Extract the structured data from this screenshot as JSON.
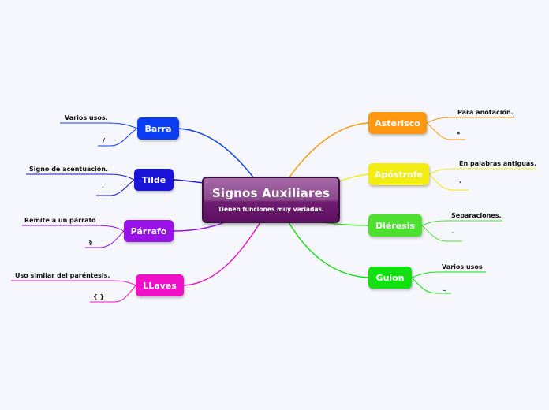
{
  "central": {
    "title": "Signos Auxiliares",
    "subtitle": "Tienen funciones muy variadas."
  },
  "branches": {
    "barra": {
      "label": "Barra",
      "color": "#0a3cf2",
      "leaf1": "Varios usos.",
      "leaf2": "/"
    },
    "tilde": {
      "label": "Tilde",
      "color": "#1a14d8",
      "leaf1": "Signo de acentuación.",
      "leaf2": "´"
    },
    "parrafo": {
      "label": "Párrafo",
      "color": "#9a10e8",
      "leaf1": "Remite a un párrafo",
      "leaf2": "§"
    },
    "llaves": {
      "label": "LLaves",
      "color": "#f010c8",
      "leaf1": "Uso similar del paréntesis.",
      "leaf2": "{  }"
    },
    "asterisco": {
      "label": "Asterisco",
      "color": "#ff9810",
      "leaf1": "Para anotación.",
      "leaf2": "*"
    },
    "apostrofe": {
      "label": "Apóstrofe",
      "color": "#f2ec10",
      "leaf1": "En palabras antiguas.",
      "leaf2": "'"
    },
    "dieresis": {
      "label": "Diéresis",
      "color": "#4ee030",
      "leaf1": "Separaciones.",
      "leaf2": "¨"
    },
    "guion": {
      "label": "Guion",
      "color": "#12e012",
      "leaf1": "Varios usos",
      "leaf2": "_"
    }
  }
}
